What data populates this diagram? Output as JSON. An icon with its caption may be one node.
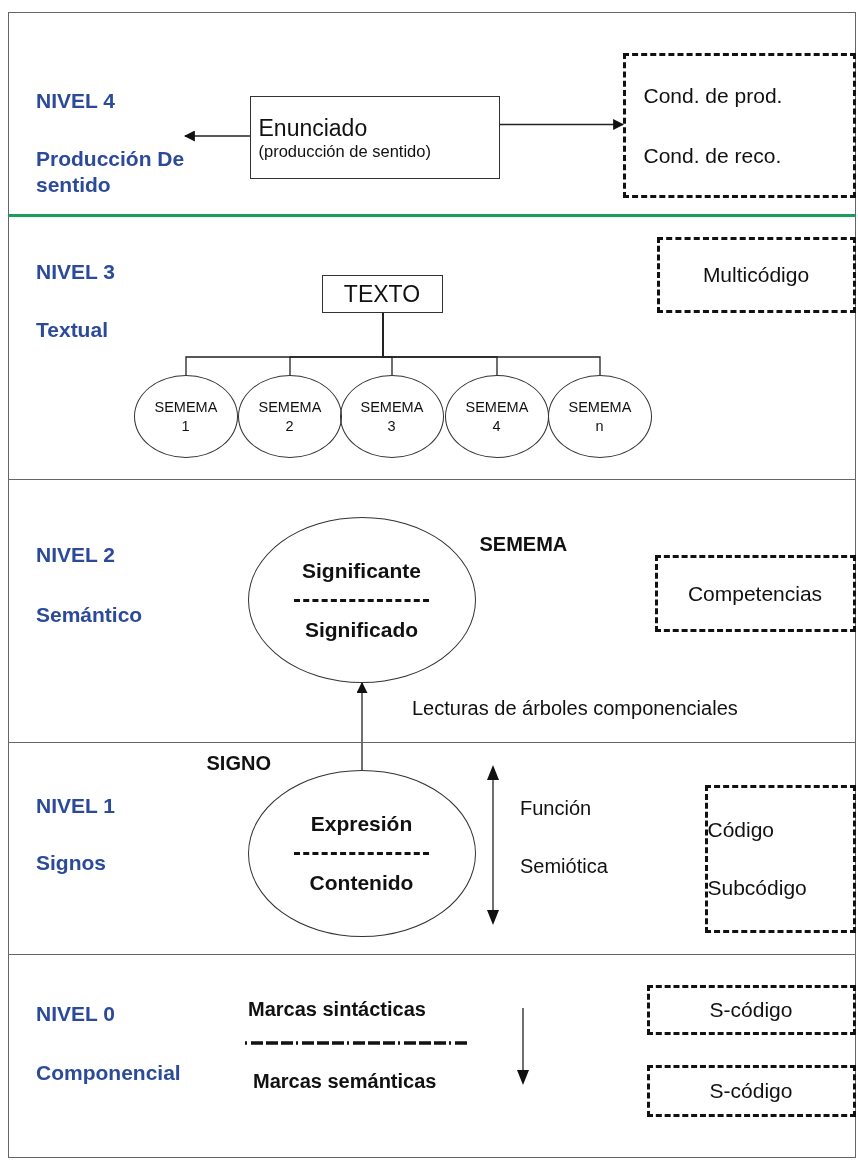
{
  "diagram": {
    "nodes": [
      {
        "text": [
          "NIVEL 4",
          "Producción De sentido"
        ]
      },
      {
        "text": [
          "Enunciado",
          "(producción de sentido)"
        ],
        "in": 0
      },
      {
        "text": [
          "Cond. de prod.",
          "Cond. de reco."
        ],
        "in": 0
      },
      {
        "text": [
          "NIVEL 3",
          "Textual"
        ]
      },
      {
        "text": [
          "TEXTO"
        ],
        "in": 3
      },
      {
        "text": [
          "SEMEMA 1"
        ],
        "in": 3
      },
      {
        "text": [
          "SEMEMA 2"
        ],
        "in": 3
      },
      {
        "text": [
          "SEMEMA 3"
        ],
        "in": 3
      },
      {
        "text": [
          "SEMEMA 4"
        ],
        "in": 3
      },
      {
        "text": [
          "SEMEMA n"
        ],
        "in": 3
      },
      {
        "text": [
          "Multicódigo"
        ],
        "in": 3
      },
      {
        "text": [
          "NIVEL 2",
          "Semántico"
        ]
      },
      {
        "text": [
          "Significante",
          "Significado"
        ],
        "in": 11,
        "beside": [
          "SEMEMA"
        ]
      },
      {
        "text": [
          "Competencias"
        ],
        "in": 11
      },
      {
        "text": [
          "NIVEL 1",
          "Signos"
        ]
      },
      {
        "text": [
          "Expresión",
          "Contenido"
        ],
        "in": 14,
        "beside": [
          "SIGNO"
        ]
      },
      {
        "text": [
          "Código",
          "Subcódigo"
        ],
        "in": 14
      },
      {
        "text": [
          "NIVEL 0",
          "Componencial"
        ]
      },
      {
        "text": [
          "S-código"
        ],
        "in": 17
      },
      {
        "text": [
          "S-código"
        ],
        "in": 17
      }
    ],
    "edges": [
      {
        "from": 1,
        "to": null,
        "arrow": "to"
      },
      {
        "from": 1,
        "to": 2,
        "arrow": "to"
      },
      {
        "from": 4,
        "to": 5,
        "arrow": "none"
      },
      {
        "from": 4,
        "to": 6,
        "arrow": "none"
      },
      {
        "from": 4,
        "to": 7,
        "arrow": "none"
      },
      {
        "from": 4,
        "to": 8,
        "arrow": "none"
      },
      {
        "from": 4,
        "to": 9,
        "arrow": "none"
      },
      {
        "from": 15,
        "to": 12,
        "arrow": "to"
      }
    ],
    "labels": [
      "Lecturas de árboles componenciales",
      "Función",
      "Semiótica",
      "Marcas sintácticas",
      "Marcas semánticas"
    ]
  }
}
